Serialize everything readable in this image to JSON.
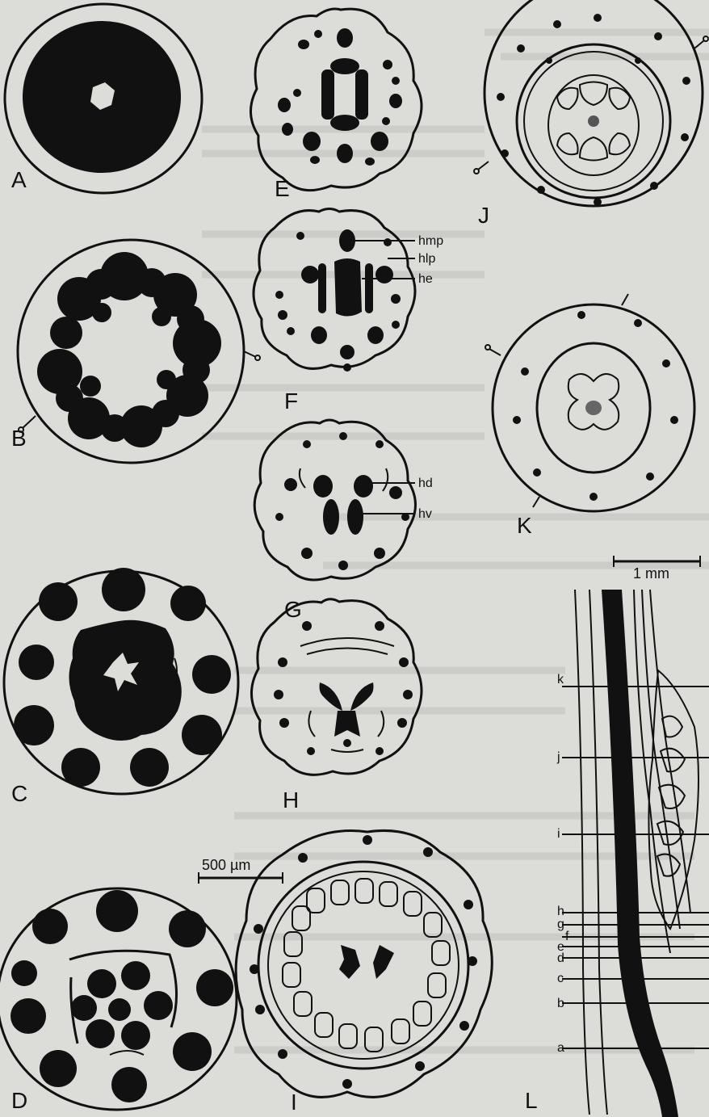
{
  "panels": {
    "A": "A",
    "B": "B",
    "C": "C",
    "D": "D",
    "E": "E",
    "F": "F",
    "G": "G",
    "H": "H",
    "I": "I",
    "J": "J",
    "K": "K",
    "L": "L"
  },
  "annotations": {
    "hmp": "hmp",
    "hlp": "hlp",
    "he": "he",
    "hd": "hd",
    "hv": "hv"
  },
  "scale_bars": {
    "large": "500 µm",
    "small": "1 mm"
  },
  "section_levels": [
    "k",
    "j",
    "i",
    "h",
    "g",
    "f",
    "e",
    "d",
    "c",
    "b",
    "a"
  ]
}
